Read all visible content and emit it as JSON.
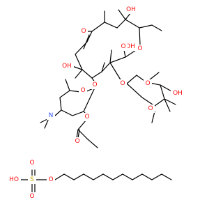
{
  "colors": {
    "bond": "#000000",
    "oxygen": "#ff0d0d",
    "nitrogen": "#3050f8",
    "sulfur": "#c8a800",
    "background": "#ffffff"
  },
  "labels": {
    "oh_top_right": "OH",
    "oh_right_mid": "OH",
    "o_ketone": "O",
    "o_lactone_carbonyl": "O",
    "o_lactone_ring": "O",
    "oh_left": "OH",
    "o_desosamine_glyc": "O",
    "o_cladinose_glyc": "O",
    "o_desosamine_ring": "O",
    "o_cladinose_ring": "O",
    "oh_cladinose": "OH",
    "o_methoxy": "O",
    "o_ester": "O",
    "o_ester_carbonyl": "O",
    "n_dimethylamino": "N",
    "ho_sulfate": "HO",
    "s_sulfate": "S",
    "o_sulfate_top": "O",
    "o_sulfate_bottom": "O",
    "o_sulfate_chain": "O"
  }
}
